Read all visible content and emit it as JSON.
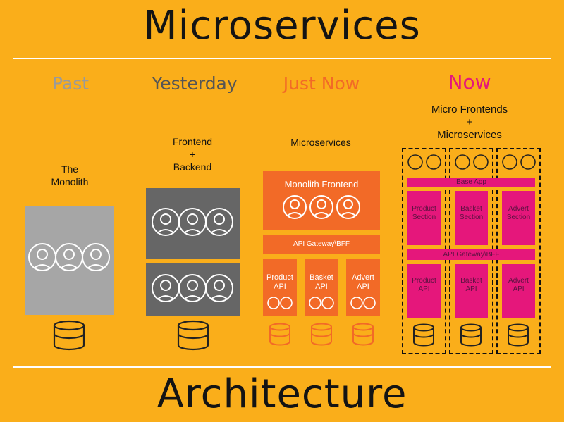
{
  "header": {
    "title": "Microservices"
  },
  "footer": {
    "title": "Architecture"
  },
  "eras": {
    "past": {
      "label": "Past",
      "color": "#9A9A9A"
    },
    "yesterday": {
      "label": "Yesterday",
      "color": "#555555"
    },
    "just_now": {
      "label": "Just Now",
      "color": "#F26A27"
    },
    "now": {
      "label": "Now",
      "color": "#E5177B"
    }
  },
  "captions": {
    "monolith_l1": "The",
    "monolith_l2": "Monolith",
    "frontend_backend_l1": "Frontend",
    "frontend_backend_l2": "+",
    "frontend_backend_l3": "Backend",
    "microservices": "Microservices",
    "micro_frontends_l1": "Micro Frontends",
    "micro_frontends_l2": "+",
    "micro_frontends_l3": "Microservices"
  },
  "just_now": {
    "monolith_frontend": "Monolith Frontend",
    "api_gateway": "API Gateway\\BFF",
    "apis": [
      {
        "l1": "Product",
        "l2": "API"
      },
      {
        "l1": "Basket",
        "l2": "API"
      },
      {
        "l1": "Advert",
        "l2": "API"
      }
    ]
  },
  "now": {
    "base_app": "Base App",
    "api_gateway": "API Gateway\\BFF",
    "sections": [
      {
        "l1": "Product",
        "l2": "Section"
      },
      {
        "l1": "Basket",
        "l2": "Section"
      },
      {
        "l1": "Advert",
        "l2": "Section"
      }
    ],
    "apis": [
      {
        "l1": "Product",
        "l2": "API"
      },
      {
        "l1": "Basket",
        "l2": "API"
      },
      {
        "l1": "Advert",
        "l2": "API"
      }
    ]
  },
  "colors": {
    "background": "#FAAE1A",
    "gray_light": "#A6A6A6",
    "gray_dark": "#666666",
    "orange": "#F26A27",
    "pink": "#E5177B"
  }
}
